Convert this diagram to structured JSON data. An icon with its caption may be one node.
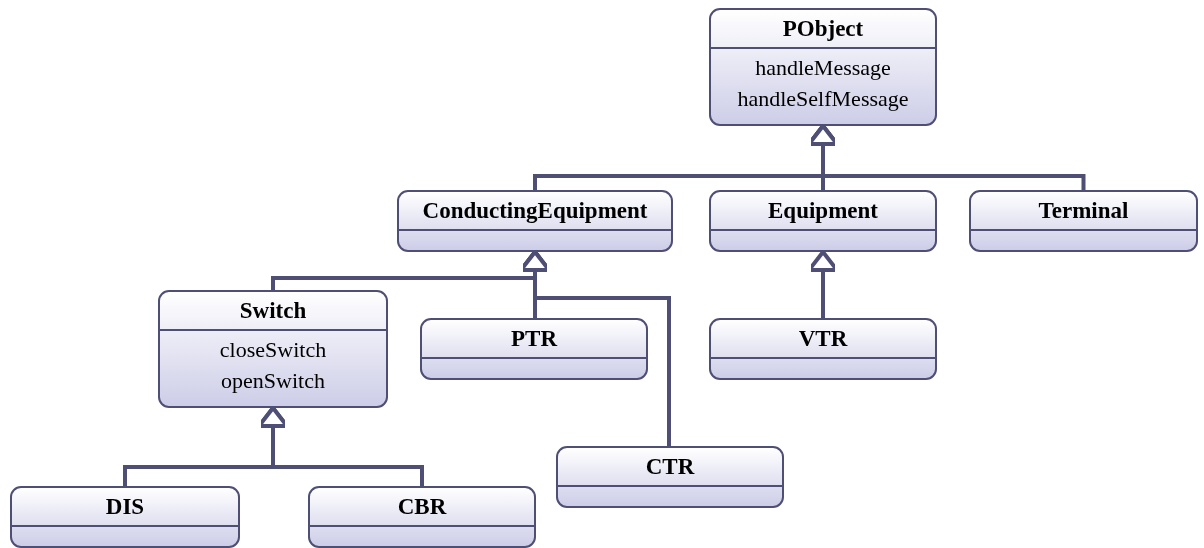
{
  "diagram": {
    "nodes": [
      {
        "text": [
          "PObject",
          "handleMessage",
          "handleSelfMessage"
        ]
      },
      {
        "text": [
          "ConductingEquipment"
        ]
      },
      {
        "text": [
          "Equipment"
        ]
      },
      {
        "text": [
          "Terminal"
        ]
      },
      {
        "text": [
          "Switch",
          "closeSwitch",
          "openSwitch"
        ]
      },
      {
        "text": [
          "PTR"
        ]
      },
      {
        "text": [
          "VTR"
        ]
      },
      {
        "text": [
          "CTR"
        ]
      },
      {
        "text": [
          "DIS"
        ]
      },
      {
        "text": [
          "CBR"
        ]
      }
    ],
    "edges": [
      {
        "from": 1,
        "to": 0,
        "arrow": "to"
      },
      {
        "from": 2,
        "to": 0,
        "arrow": "to"
      },
      {
        "from": 3,
        "to": 0,
        "arrow": "to"
      },
      {
        "from": 4,
        "to": 1,
        "arrow": "to"
      },
      {
        "from": 5,
        "to": 1,
        "arrow": "to"
      },
      {
        "from": 7,
        "to": 1,
        "arrow": "to"
      },
      {
        "from": 6,
        "to": 2,
        "arrow": "to"
      },
      {
        "from": 8,
        "to": 4,
        "arrow": "to"
      },
      {
        "from": 9,
        "to": 4,
        "arrow": "to"
      }
    ]
  }
}
